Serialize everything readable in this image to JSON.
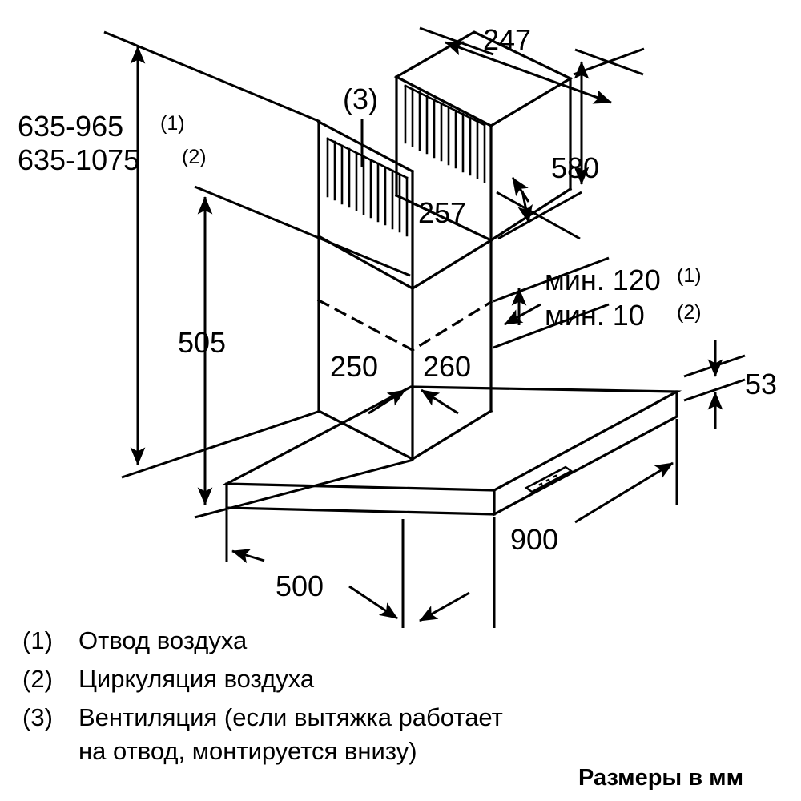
{
  "diagram": {
    "title": "Cooker hood installation dimension drawing",
    "units_caption": "Размеры в мм",
    "line_color": "#000000",
    "background_color": "#ffffff"
  },
  "dimensions": {
    "height_range_1": "635-965",
    "height_range_1_ref": "(1)",
    "height_range_2": "635-1075",
    "height_range_2_ref": "(2)",
    "chimney_top_depth": "247",
    "chimney_height_right": "580",
    "chimney_depth_mid": "257",
    "body_height": "505",
    "min_clearance_1": "мин. 120",
    "min_clearance_1_ref": "(1)",
    "min_clearance_2": "мин. 10",
    "min_clearance_2_ref": "(2)",
    "chimney_width_left": "250",
    "chimney_width_right": "260",
    "hood_thickness": "53",
    "hood_width": "900",
    "hood_depth": "500",
    "vent_callout": "(3)"
  },
  "legend": {
    "items": [
      {
        "ref": "(1)",
        "text": "Отвод воздуха"
      },
      {
        "ref": "(2)",
        "text": "Циркуляция воздуха"
      },
      {
        "ref": "(3)",
        "line1": "Вентиляция (если вытяжка работает",
        "line2": "на отвод, монтируется внизу)"
      }
    ]
  }
}
